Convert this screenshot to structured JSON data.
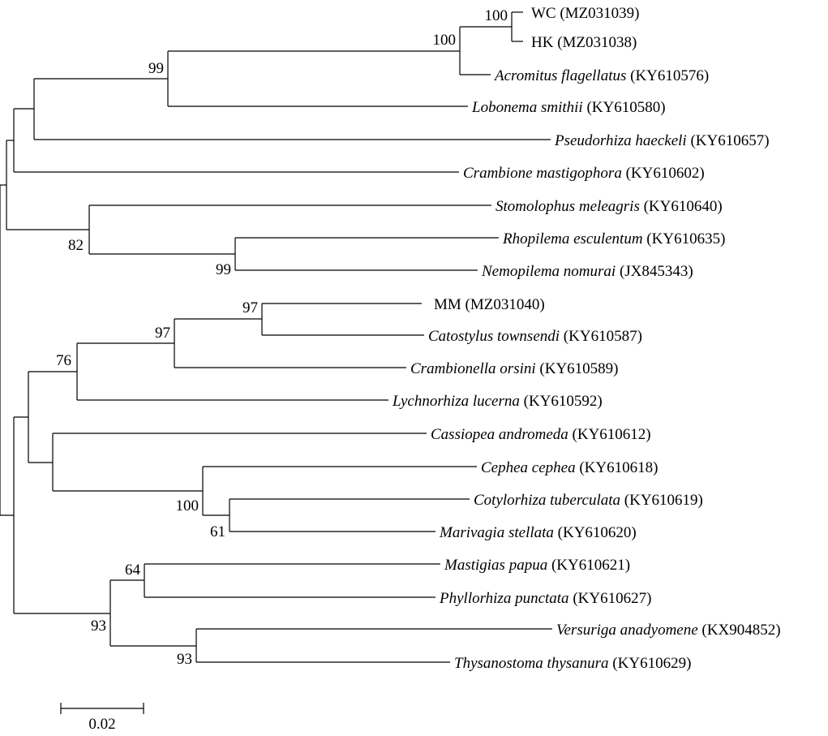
{
  "tree": {
    "taxa": [
      {
        "species": "",
        "label": "WC",
        "accession": "(MZ031039)"
      },
      {
        "species": "",
        "label": "HK",
        "accession": "(MZ031038)"
      },
      {
        "species": "Acromitus flagellatus",
        "label": "",
        "accession": "(KY610576)"
      },
      {
        "species": "Lobonema smithii",
        "label": "",
        "accession": "(KY610580)"
      },
      {
        "species": "Pseudorhiza haeckeli",
        "label": "",
        "accession": "(KY610657)"
      },
      {
        "species": "Crambione mastigophora",
        "label": "",
        "accession": "(KY610602)"
      },
      {
        "species": "Stomolophus meleagris",
        "label": "",
        "accession": "(KY610640)"
      },
      {
        "species": "Rhopilema esculentum",
        "label": "",
        "accession": "(KY610635)"
      },
      {
        "species": "Nemopilema nomurai",
        "label": "",
        "accession": "(JX845343)"
      },
      {
        "species": "",
        "label": "MM",
        "accession": "(MZ031040)"
      },
      {
        "species": "Catostylus townsendi",
        "label": "",
        "accession": "(KY610587)"
      },
      {
        "species": "Crambionella orsini",
        "label": "",
        "accession": "(KY610589)"
      },
      {
        "species": "Lychnorhiza lucerna",
        "label": "",
        "accession": "(KY610592)"
      },
      {
        "species": "Cassiopea andromeda",
        "label": "",
        "accession": "(KY610612)"
      },
      {
        "species": "Cephea cephea",
        "label": "",
        "accession": "(KY610618)"
      },
      {
        "species": "Cotylorhiza tuberculata",
        "label": "",
        "accession": "(KY610619)"
      },
      {
        "species": "Marivagia stellata",
        "label": "",
        "accession": "(KY610620)"
      },
      {
        "species": "Mastigias papua",
        "label": "",
        "accession": "(KY610621)"
      },
      {
        "species": "Phyllorhiza punctata",
        "label": "",
        "accession": "(KY610627)"
      },
      {
        "species": "Versuriga anadyomene",
        "label": "",
        "accession": "(KX904852)"
      },
      {
        "species": "Thysanostoma thysanura",
        "label": "",
        "accession": "(KY610629)"
      }
    ],
    "bootstrap": [
      "100",
      "100",
      "99",
      "82",
      "99",
      "97",
      "97",
      "76",
      "100",
      "61",
      "64",
      "93",
      "93"
    ],
    "scale_bar_label": "0.02"
  }
}
